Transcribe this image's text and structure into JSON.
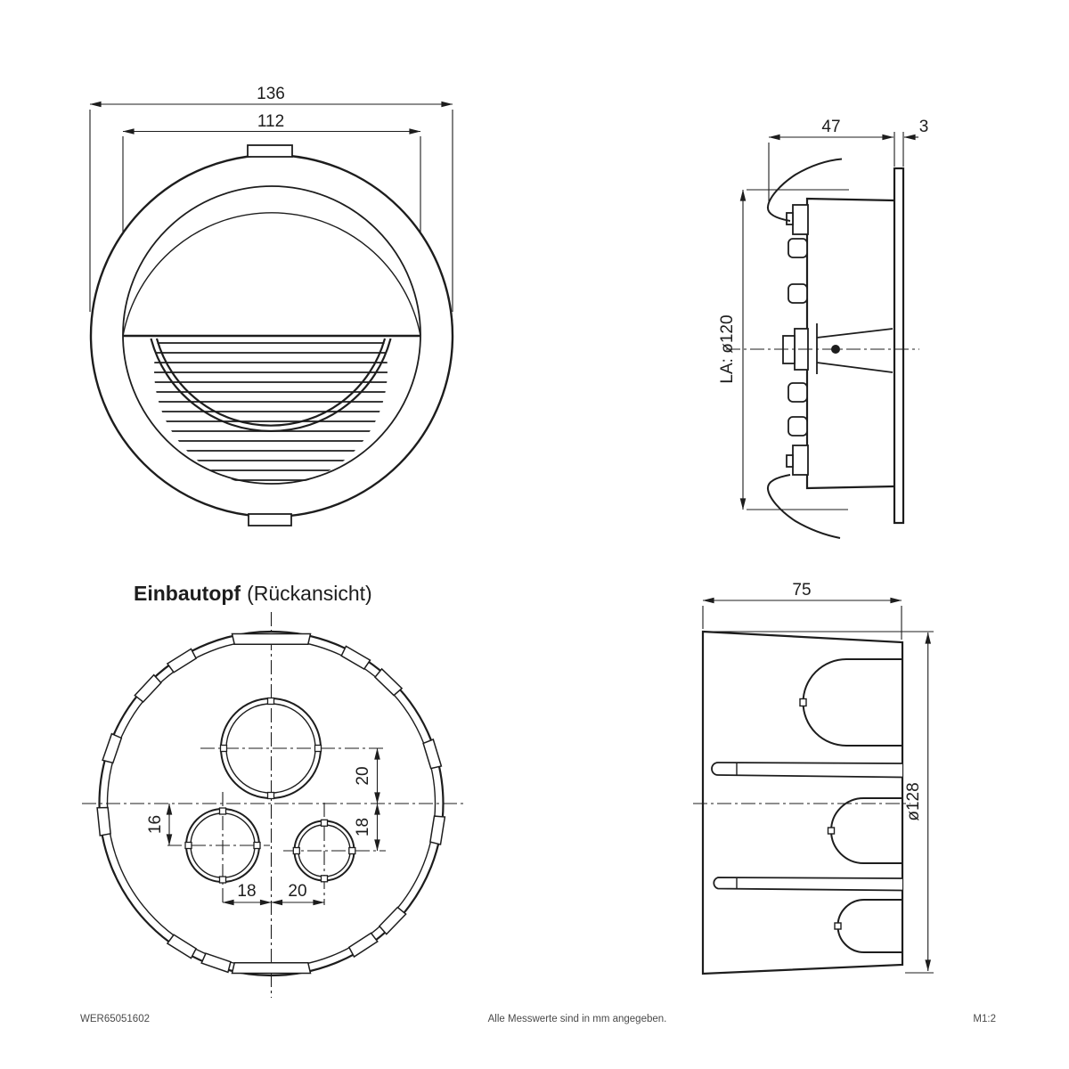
{
  "front_view": {
    "dim_outer_diameter": "136",
    "dim_inner_diameter": "112"
  },
  "side_view": {
    "dim_depth": "47",
    "dim_plate_thickness": "3",
    "dim_cutout": "LA: ø120"
  },
  "rear_view": {
    "title_bold": "Einbautopf",
    "title_rest": "(Rückansicht)",
    "dim_left_vertical": "16",
    "dim_top_vertical": "20",
    "dim_right_vertical": "18",
    "dim_bottom_left": "18",
    "dim_bottom_right": "20"
  },
  "pot_side_view": {
    "dim_width": "75",
    "dim_diameter": "ø128"
  },
  "footer": {
    "article_number": "WER65051602",
    "note": "Alle Messwerte sind in mm angegeben.",
    "scale": "M1:2"
  },
  "colors": {
    "line": "#1d1d1d",
    "background": "#ffffff"
  }
}
